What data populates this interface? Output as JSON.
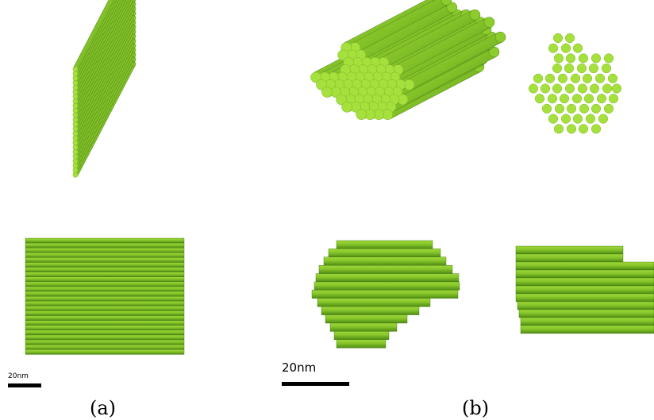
{
  "panel_a": {
    "caption": "(a)",
    "scale_bar_label": "20nm"
  },
  "panel_b": {
    "caption": "(b)",
    "scale_bar_label": "20nm"
  },
  "colors": {
    "rod_face": "#a6e03c",
    "rod_body_light": "#8ccc2c",
    "rod_body_dark": "#4f8d14",
    "rod_edge": "#3f7410",
    "scale_bar": "#000000"
  }
}
